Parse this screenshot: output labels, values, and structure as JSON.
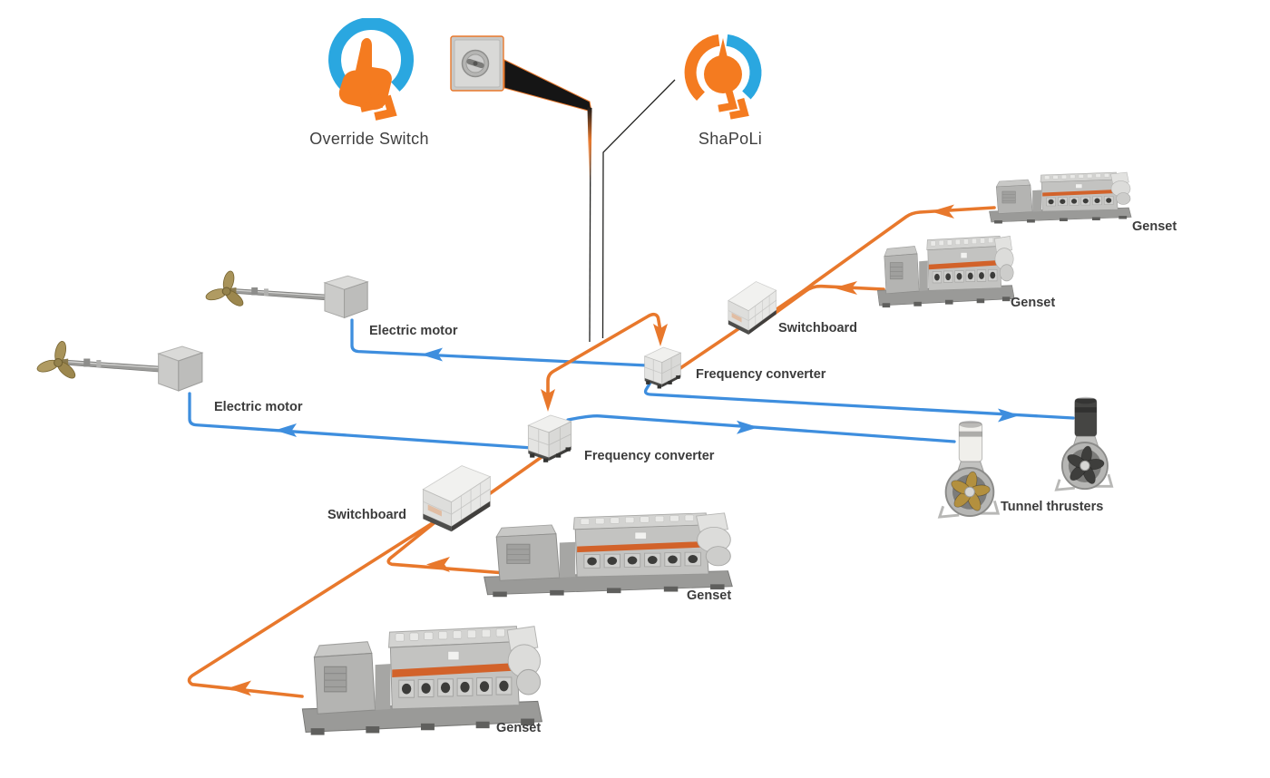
{
  "icons": {
    "override_switch": {
      "label": "Override Switch"
    },
    "shapoli": {
      "label": "ShaPoLi"
    },
    "key_switch": {
      "name": "key-override-switch"
    }
  },
  "equipment": {
    "genset_top_right": {
      "label": "Genset"
    },
    "genset_mid_right": {
      "label": "Genset"
    },
    "genset_middle": {
      "label": "Genset"
    },
    "genset_bottom": {
      "label": "Genset"
    },
    "switchboard_right": {
      "label": "Switchboard"
    },
    "switchboard_left": {
      "label": "Switchboard"
    },
    "frequency_converter_right": {
      "label": "Frequency converter"
    },
    "frequency_converter_center": {
      "label": "Frequency converter"
    },
    "electric_motor_top": {
      "label": "Electric motor"
    },
    "electric_motor_bottom": {
      "label": "Electric motor"
    },
    "tunnel_thrusters": {
      "label": "Tunnel thrusters"
    }
  },
  "colors": {
    "genset_power_line": "#E8782C",
    "consumer_power_line": "#3E8EDE",
    "icon_blue": "#2AA7E0",
    "icon_orange": "#F47B20",
    "label_text": "#3C3C3C"
  },
  "connections": [
    {
      "from": "genset_top_right",
      "to": "switchboard_right",
      "color": "orange"
    },
    {
      "from": "genset_mid_right",
      "to": "switchboard_right",
      "color": "orange"
    },
    {
      "from": "switchboard_right",
      "to": "frequency_converter_right",
      "color": "orange"
    },
    {
      "from": "shapoli_override",
      "to": "frequency_converter_right",
      "color": "orange"
    },
    {
      "from": "shapoli_override",
      "to": "frequency_converter_center",
      "color": "orange"
    },
    {
      "from": "frequency_converter_right",
      "to": "electric_motor_top",
      "color": "blue"
    },
    {
      "from": "frequency_converter_right",
      "to": "tunnel_thruster_right",
      "color": "blue"
    },
    {
      "from": "frequency_converter_center",
      "to": "electric_motor_bottom",
      "color": "blue"
    },
    {
      "from": "frequency_converter_center",
      "to": "tunnel_thruster_left",
      "color": "blue"
    },
    {
      "from": "genset_middle",
      "to": "switchboard_left",
      "color": "orange"
    },
    {
      "from": "genset_bottom",
      "to": "switchboard_left",
      "color": "orange"
    },
    {
      "from": "switchboard_left",
      "to": "frequency_converter_center",
      "color": "orange"
    }
  ]
}
